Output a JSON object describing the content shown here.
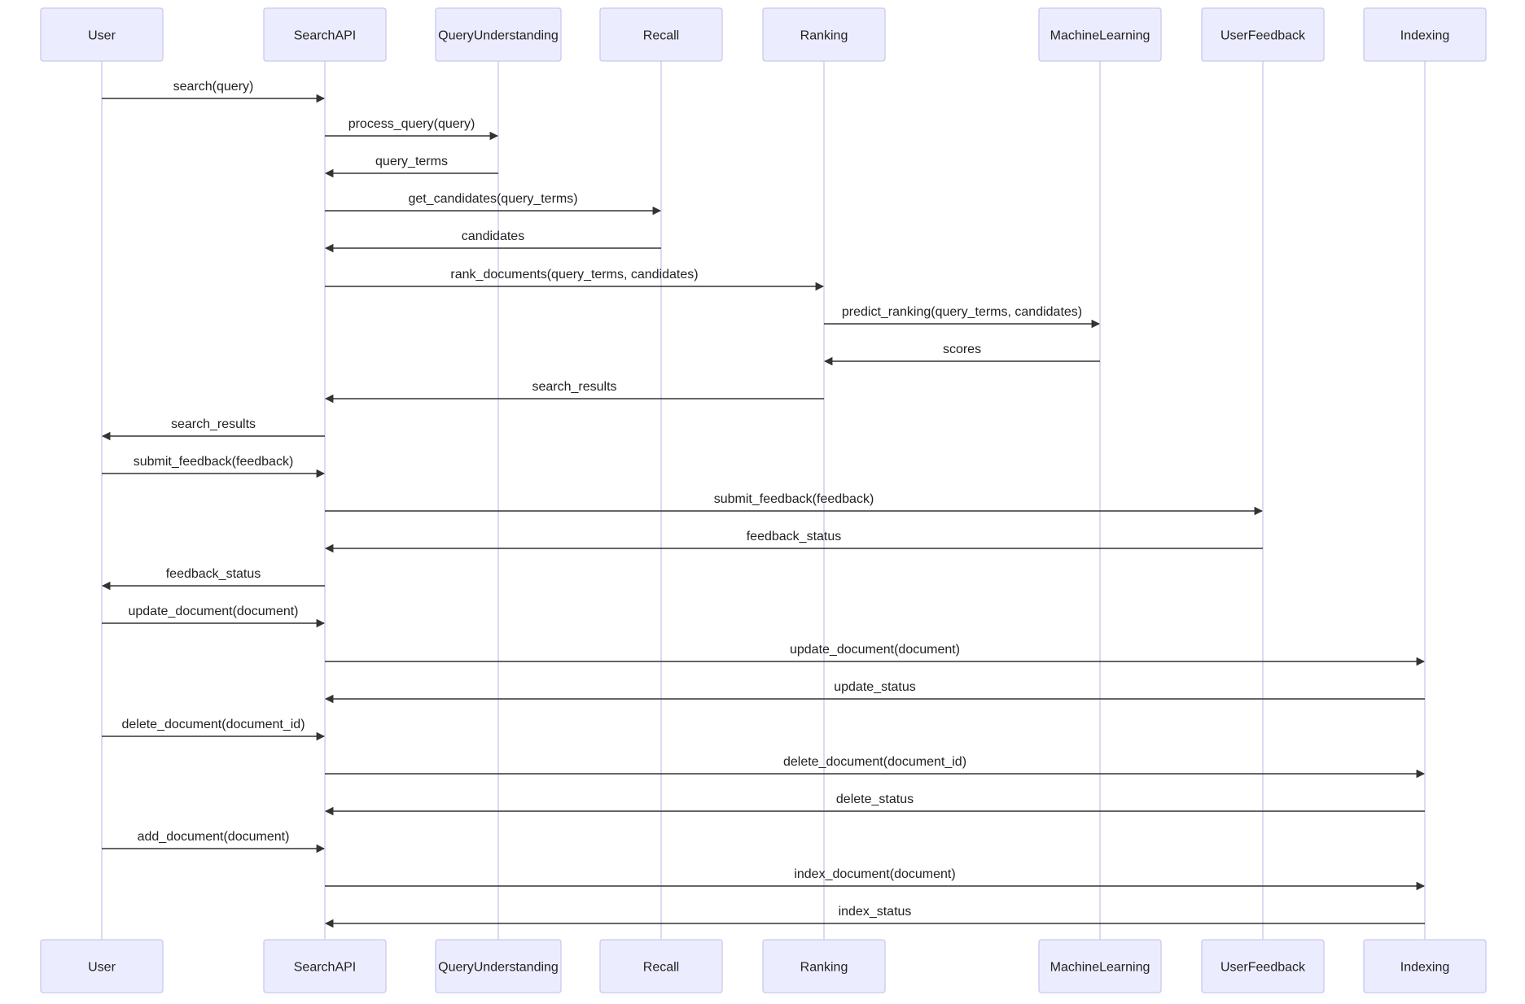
{
  "colors": {
    "actor_fill": "#ECECFF",
    "actor_stroke": "#C9C9EE",
    "lifeline": "#CFCFEE",
    "message_line": "#333333",
    "text": "#222222"
  },
  "participants": [
    {
      "id": "user",
      "label": "User"
    },
    {
      "id": "searchapi",
      "label": "SearchAPI"
    },
    {
      "id": "queryunderstanding",
      "label": "QueryUnderstanding"
    },
    {
      "id": "recall",
      "label": "Recall"
    },
    {
      "id": "ranking",
      "label": "Ranking"
    },
    {
      "id": "machinelearning",
      "label": "MachineLearning"
    },
    {
      "id": "userfeedback",
      "label": "UserFeedback"
    },
    {
      "id": "indexing",
      "label": "Indexing"
    }
  ],
  "messages": [
    {
      "from": "user",
      "to": "searchapi",
      "label": "search(query)"
    },
    {
      "from": "searchapi",
      "to": "queryunderstanding",
      "label": "process_query(query)"
    },
    {
      "from": "queryunderstanding",
      "to": "searchapi",
      "label": "query_terms"
    },
    {
      "from": "searchapi",
      "to": "recall",
      "label": "get_candidates(query_terms)"
    },
    {
      "from": "recall",
      "to": "searchapi",
      "label": "candidates"
    },
    {
      "from": "searchapi",
      "to": "ranking",
      "label": "rank_documents(query_terms, candidates)"
    },
    {
      "from": "ranking",
      "to": "machinelearning",
      "label": "predict_ranking(query_terms, candidates)"
    },
    {
      "from": "machinelearning",
      "to": "ranking",
      "label": "scores"
    },
    {
      "from": "ranking",
      "to": "searchapi",
      "label": "search_results"
    },
    {
      "from": "searchapi",
      "to": "user",
      "label": "search_results"
    },
    {
      "from": "user",
      "to": "searchapi",
      "label": "submit_feedback(feedback)"
    },
    {
      "from": "searchapi",
      "to": "userfeedback",
      "label": "submit_feedback(feedback)"
    },
    {
      "from": "userfeedback",
      "to": "searchapi",
      "label": "feedback_status"
    },
    {
      "from": "searchapi",
      "to": "user",
      "label": "feedback_status"
    },
    {
      "from": "user",
      "to": "searchapi",
      "label": "update_document(document)"
    },
    {
      "from": "searchapi",
      "to": "indexing",
      "label": "update_document(document)"
    },
    {
      "from": "indexing",
      "to": "searchapi",
      "label": "update_status"
    },
    {
      "from": "user",
      "to": "searchapi",
      "label": "delete_document(document_id)"
    },
    {
      "from": "searchapi",
      "to": "indexing",
      "label": "delete_document(document_id)"
    },
    {
      "from": "indexing",
      "to": "searchapi",
      "label": "delete_status"
    },
    {
      "from": "user",
      "to": "searchapi",
      "label": "add_document(document)"
    },
    {
      "from": "searchapi",
      "to": "indexing",
      "label": "index_document(document)"
    },
    {
      "from": "indexing",
      "to": "searchapi",
      "label": "index_status"
    }
  ]
}
